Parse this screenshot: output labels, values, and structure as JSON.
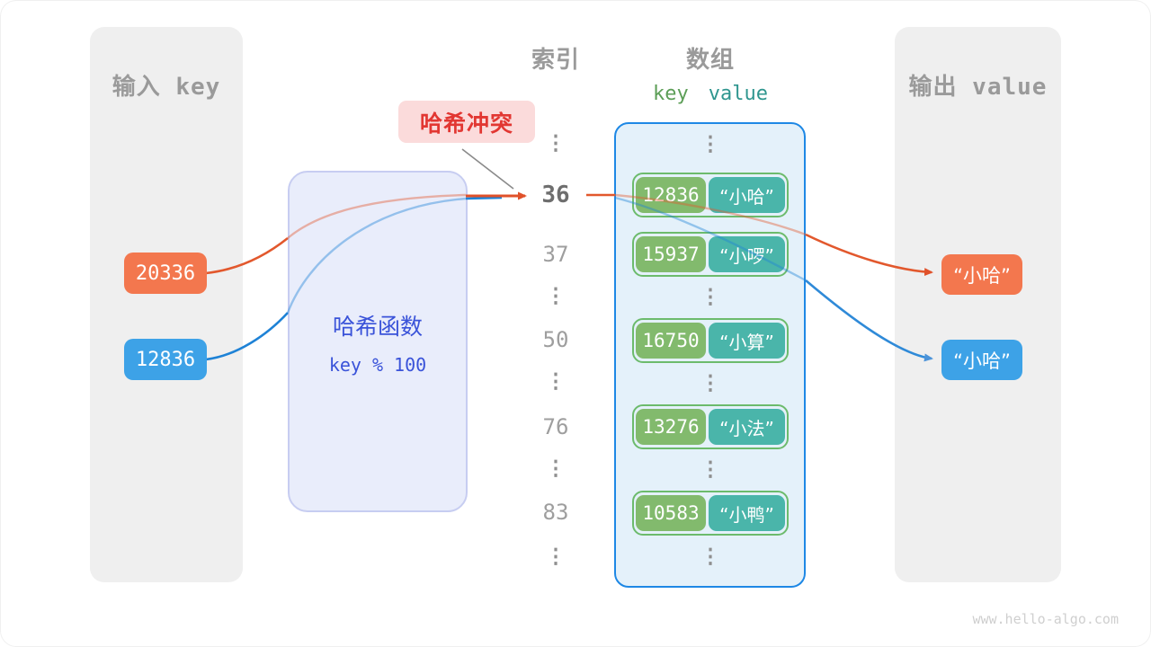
{
  "headers": {
    "input": "输入 key",
    "index": "索引",
    "array": "数组",
    "output": "输出 value"
  },
  "input_keys": [
    {
      "value": "20336"
    },
    {
      "value": "12836"
    }
  ],
  "hash_fn": {
    "name": "哈希函数",
    "formula": "key % 100"
  },
  "collision": {
    "label": "哈希冲突"
  },
  "index_items": [
    {
      "text": "⋮"
    },
    {
      "text": "36"
    },
    {
      "text": "37"
    },
    {
      "text": "⋮"
    },
    {
      "text": "50"
    },
    {
      "text": "⋮"
    },
    {
      "text": "76"
    },
    {
      "text": "⋮"
    },
    {
      "text": "83"
    },
    {
      "text": "⋮"
    }
  ],
  "kv_header": {
    "key": "key",
    "value": "value"
  },
  "array_rows": [
    {
      "key": "12836",
      "value": "“小哈”"
    },
    {
      "key": "15937",
      "value": "“小啰”"
    },
    {
      "key": "16750",
      "value": "“小算”"
    },
    {
      "key": "13276",
      "value": "“小法”"
    },
    {
      "key": "10583",
      "value": "“小鸭”"
    }
  ],
  "array_dots": [
    "⋮",
    "⋮",
    "⋮",
    "⋮",
    "⋮"
  ],
  "outputs": [
    {
      "value": "“小哈”"
    },
    {
      "value": "“小哈”"
    }
  ],
  "watermark": "www.hello-algo.com",
  "colors": {
    "input_orange": "#F3774E",
    "input_blue": "#3DA2E7",
    "line_orange": "#E2582D",
    "line_blue": "#1E82D6",
    "key_green": "#82BA6D",
    "value_teal": "#4AB5AA",
    "row_border_green": "#6CBB6C",
    "array_border_blue": "#1E88E5",
    "hash_text_blue": "#3A53D9",
    "collision_red": "#E23732"
  }
}
